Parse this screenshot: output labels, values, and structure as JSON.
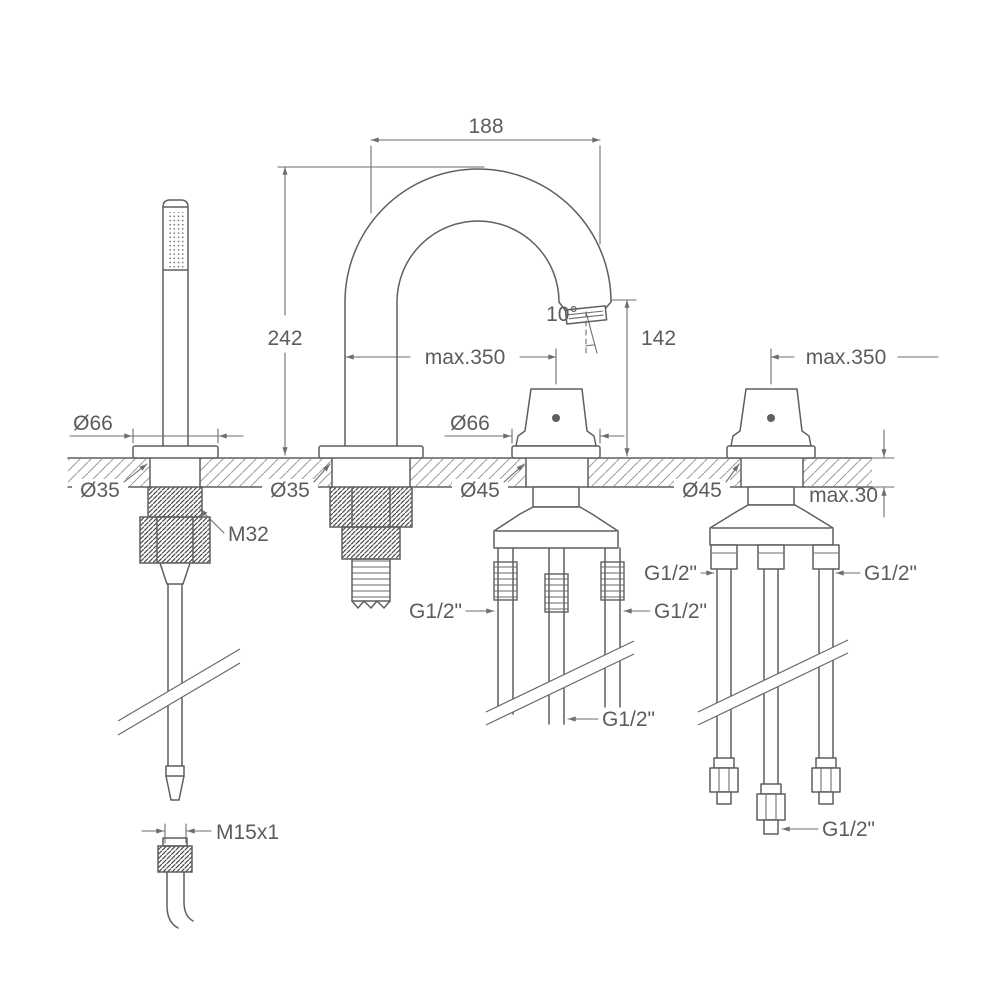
{
  "drawing": {
    "type": "technical-dimension-drawing",
    "subject": "deck-mounted 4-hole bath mixer with hand shower, swan-neck spout and two valve handles",
    "background": "#ffffff",
    "line_color": "#5f5f5f",
    "dimension_color": "#6e6e6e"
  },
  "labels": {
    "dim_188": "188",
    "dim_242": "242",
    "angle_10": "10°",
    "dim_142": "142",
    "max350_left": "max.350",
    "max350_right": "max.350",
    "dia66_handshower": "Ø66",
    "dia66_valve": "Ø66",
    "dia35_handshower": "Ø35",
    "dia35_spout": "Ø35",
    "dia45_valve1": "Ø45",
    "dia45_valve2": "Ø45",
    "max30_deck": "max.30",
    "thread_m32": "M32",
    "thread_m15x1": "M15x1",
    "g12_valve1_left": "G1/2\"",
    "g12_valve1_right": "G1/2\"",
    "g12_valve1_bottom": "G1/2\"",
    "g12_valve2_left": "G1/2\"",
    "g12_valve2_right": "G1/2\"",
    "g12_valve2_bottom": "G1/2\""
  }
}
